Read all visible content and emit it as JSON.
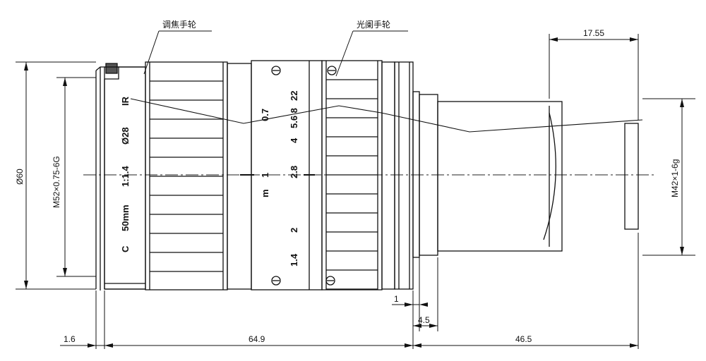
{
  "callouts": {
    "focus_ring": "调焦手轮",
    "iris_ring": "光阑手轮"
  },
  "dimensions": {
    "overall_dia": "Ø60",
    "front_thread": "M52×0.75-6G",
    "rear_thread": "M42×1-6g",
    "top_offset": "17.55",
    "offset_1": "1",
    "offset_45": "4.5",
    "bottom_left": "1.6",
    "body_length": "64.9",
    "rear_length": "46.5"
  },
  "lens_markings": {
    "c": "C",
    "focal": "50mm",
    "aperture": "1:1.4",
    "dia": "Ø28",
    "ir": "IR"
  },
  "focus_scale": {
    "unit": "m",
    "near": "0.7",
    "mid": "1"
  },
  "iris_scale": {
    "v22": "22",
    "v568": "5.6 8",
    "v4": "4",
    "v28": "2.8",
    "v2": "2",
    "v14": "1.4"
  }
}
